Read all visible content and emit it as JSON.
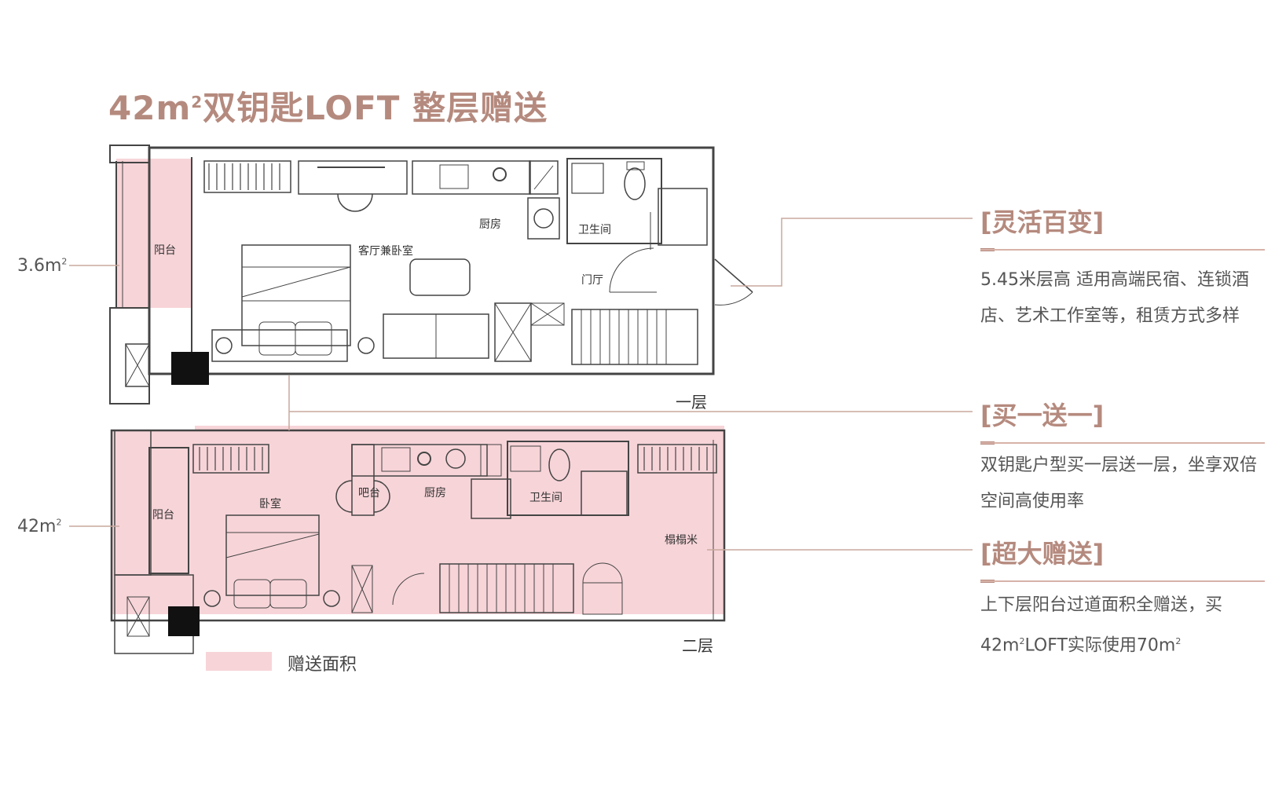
{
  "title": {
    "prefix": "42m",
    "sup": "2",
    "rest": "双钥匙LOFT 整层赠送"
  },
  "floors": {
    "first": {
      "label": "一层",
      "area_value": "3.6m",
      "area_sup": "2",
      "rooms": {
        "balcony": "阳台",
        "living": "客厅兼卧室",
        "kitchen": "厨房",
        "bath": "卫生间",
        "foyer": "门厅"
      }
    },
    "second": {
      "label": "二层",
      "area_value": "42m",
      "area_sup": "2",
      "rooms": {
        "balcony": "阳台",
        "bedroom": "卧室",
        "bar": "吧台",
        "kitchen": "厨房",
        "bath": "卫生间",
        "tatami": "榻榻米"
      }
    }
  },
  "legend": {
    "label": "赠送面积",
    "color": "#f7d4d8"
  },
  "features": [
    {
      "heading": "[灵活百变]",
      "text": "5.45米层高  适用高端民宿、连锁酒店、艺术工作室等，租赁方式多样"
    },
    {
      "heading": "[买一送一]",
      "text": "双钥匙户型买一层送一层，坐享双倍空间高使用率"
    },
    {
      "heading": "[超大赠送]",
      "text_a": "上下层阳台过道面积全赠送，买",
      "text_b": "42m",
      "text_b_sup": "2",
      "text_c": "LOFT实际使用70m",
      "text_c_sup": "2"
    }
  ],
  "colors": {
    "accent": "#b58a7e",
    "gift_pink": "#f7d4d8",
    "wall": "#444444"
  }
}
